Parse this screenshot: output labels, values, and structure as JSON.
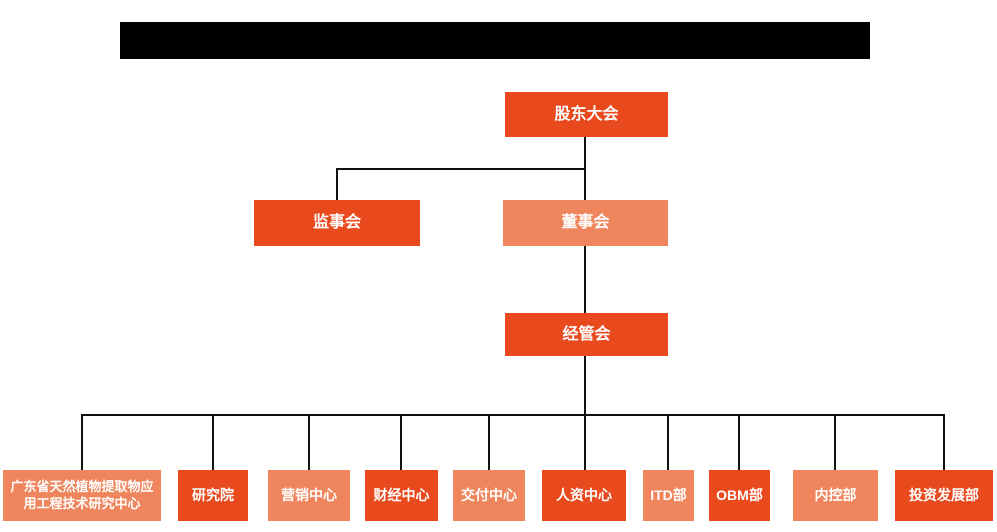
{
  "colors": {
    "primary": "#E8491D",
    "secondary": "#EF855C",
    "line": "#111111",
    "text": "#FFFFFF",
    "background": "#FFFFFF"
  },
  "org_chart": {
    "type": "organizational-chart",
    "nodes": {
      "shareholders": {
        "label": "股东大会"
      },
      "supervisory": {
        "label": "监事会"
      },
      "board": {
        "label": "董事会"
      },
      "management": {
        "label": "经管会"
      },
      "departments": [
        {
          "label": "广东省天然植物提取物应用工程技术研究中心"
        },
        {
          "label": "研究院"
        },
        {
          "label": "营销中心"
        },
        {
          "label": "财经中心"
        },
        {
          "label": "交付中心"
        },
        {
          "label": "人资中心"
        },
        {
          "label": "ITD部"
        },
        {
          "label": "OBM部"
        },
        {
          "label": "内控部"
        },
        {
          "label": "投资发展部"
        }
      ]
    },
    "edges": [
      [
        "股东大会",
        "监事会"
      ],
      [
        "股东大会",
        "董事会"
      ],
      [
        "董事会",
        "经管会"
      ],
      [
        "经管会",
        "广东省天然植物提取物应用工程技术研究中心"
      ],
      [
        "经管会",
        "研究院"
      ],
      [
        "经管会",
        "营销中心"
      ],
      [
        "经管会",
        "财经中心"
      ],
      [
        "经管会",
        "交付中心"
      ],
      [
        "经管会",
        "人资中心"
      ],
      [
        "经管会",
        "ITD部"
      ],
      [
        "经管会",
        "OBM部"
      ],
      [
        "经管会",
        "内控部"
      ],
      [
        "经管会",
        "投资发展部"
      ]
    ]
  }
}
